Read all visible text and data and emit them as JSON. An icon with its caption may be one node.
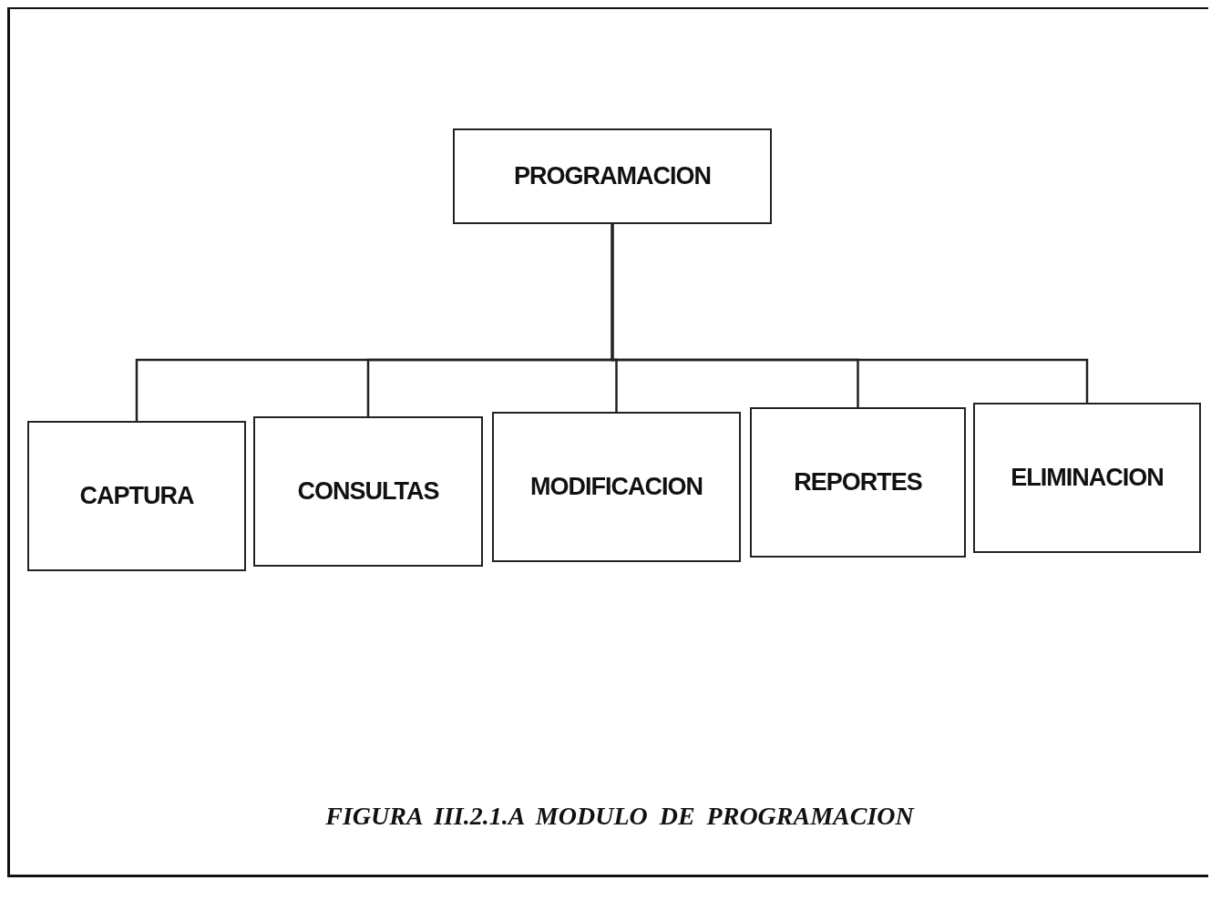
{
  "diagram": {
    "caption": "FIGURA III.2.1.A MODULO DE PROGRAMACION",
    "nodes": [
      {
        "text": [
          "PROGRAMACION"
        ]
      },
      {
        "text": [
          "CAPTURA"
        ]
      },
      {
        "text": [
          "CONSULTAS"
        ]
      },
      {
        "text": [
          "MODIFICACION"
        ]
      },
      {
        "text": [
          "REPORTES"
        ]
      },
      {
        "text": [
          "ELIMINACION"
        ]
      }
    ],
    "edges": [
      {
        "from": 0,
        "to": 1,
        "arrow": "none"
      },
      {
        "from": 0,
        "to": 2,
        "arrow": "none"
      },
      {
        "from": 0,
        "to": 3,
        "arrow": "none"
      },
      {
        "from": 0,
        "to": 4,
        "arrow": "none"
      },
      {
        "from": 0,
        "to": 5,
        "arrow": "none"
      }
    ]
  }
}
